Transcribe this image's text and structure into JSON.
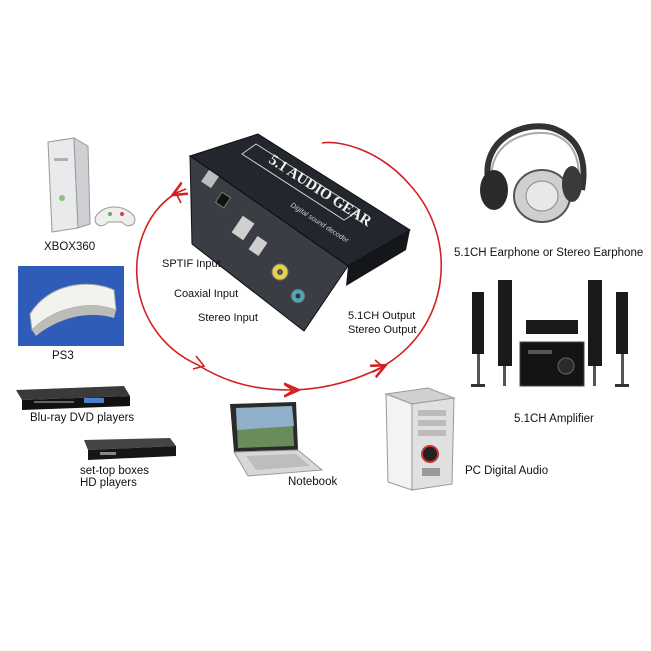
{
  "center_device": {
    "brand_text": "5.1 AUDIO GEAR",
    "sub_text": "Digital sound decoder"
  },
  "input_labels": {
    "sptif": "SPTIF Input",
    "coaxial": "Coaxial Input",
    "stereo": "Stereo Input"
  },
  "output_labels": {
    "line1": "5.1CH Output",
    "line2": "Stereo Output"
  },
  "sources": [
    {
      "label": "XBOX360"
    },
    {
      "label": "PS3"
    },
    {
      "label": "Blu-ray DVD players"
    },
    {
      "label_line1": "set-top boxes",
      "label_line2": "HD players"
    },
    {
      "label": "Notebook"
    }
  ],
  "destinations": [
    {
      "label": "5.1CH Earphone or Stereo Earphone"
    },
    {
      "label": "5.1CH  Amplifier"
    },
    {
      "label": "PC Digital Audio"
    }
  ],
  "colors": {
    "arrow": "#d42020",
    "device_body": "#1b1d22",
    "console_white": "#e9eaec"
  }
}
